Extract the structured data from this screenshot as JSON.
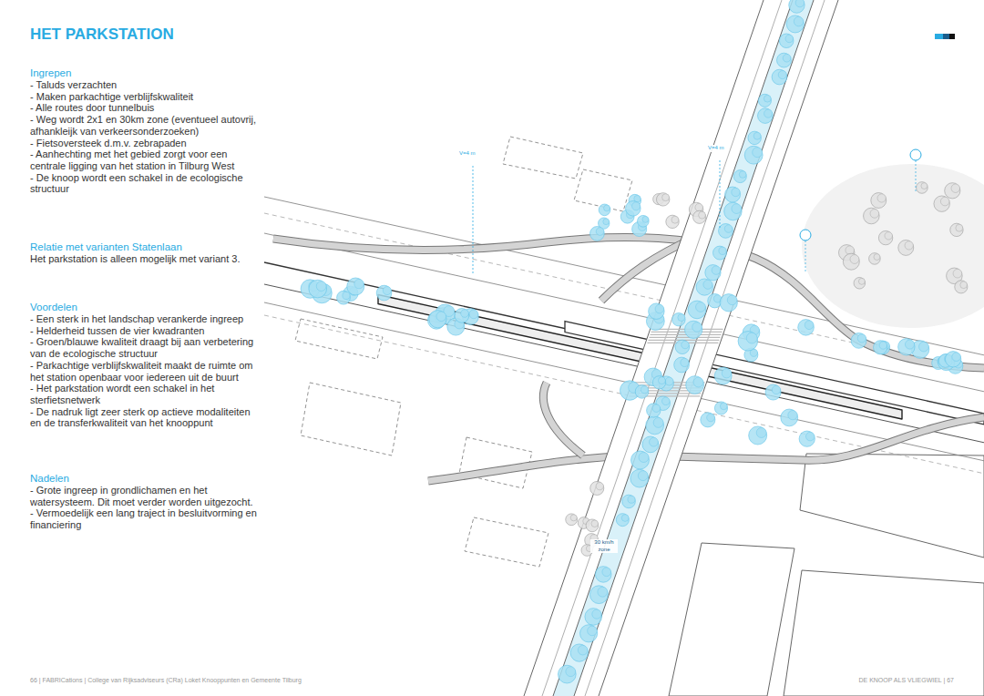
{
  "diagram": {
    "title": "HET PARKSTATION",
    "labels": [
      "Ingrepen",
      "- Taluds verzachten",
      "- Maken parkachtige verblijfskwaliteit",
      "- Alle routes door tunnelbuis",
      "- Weg wordt 2x1 en 30km zone (eventueel autovrij, afhankleijk van verkeersonderzoeken)",
      "- Fietsoversteek d.m.v. zebrapaden",
      "- Aanhechting met het gebied zorgt voor een centrale ligging van het station in Tilburg West",
      "- De knoop wordt een schakel in de ecologische structuur",
      "Relatie met varianten Statenlaan",
      "Het parkstation is alleen mogelijk met variant 3.",
      "Voordelen",
      "- Een sterk in het landschap verankerde ingreep",
      "- Helderheid tussen de vier kwadranten",
      "- Groen/blauwe kwaliteit draagt bij aan verbetering van de ecologische structuur",
      "- Parkachtige verblijfskwaliteit maakt de ruimte om het station openbaar voor iedereen uit de buurt",
      "- Het parkstation wordt een schakel in het sterfietsnetwerk",
      "- De nadruk ligt zeer sterk op actieve modaliteiten en de transferkwaliteit van het knooppunt",
      "Nadelen",
      "- Grote ingreep in grondlichamen en het watersysteem. Dit moet verder worden uitgezocht.",
      "- Vermoedelijk een lang traject in besluitvorming en financiering",
      "V=4 m",
      "V=4 m",
      "30 km/h zone",
      "66 | FABRICations | College van Rijksadviseurs (CRa) Loket Knooppunten en Gemeente Tilburg",
      "DE KNOOP ALS VLIEGWIEL | 67"
    ]
  }
}
